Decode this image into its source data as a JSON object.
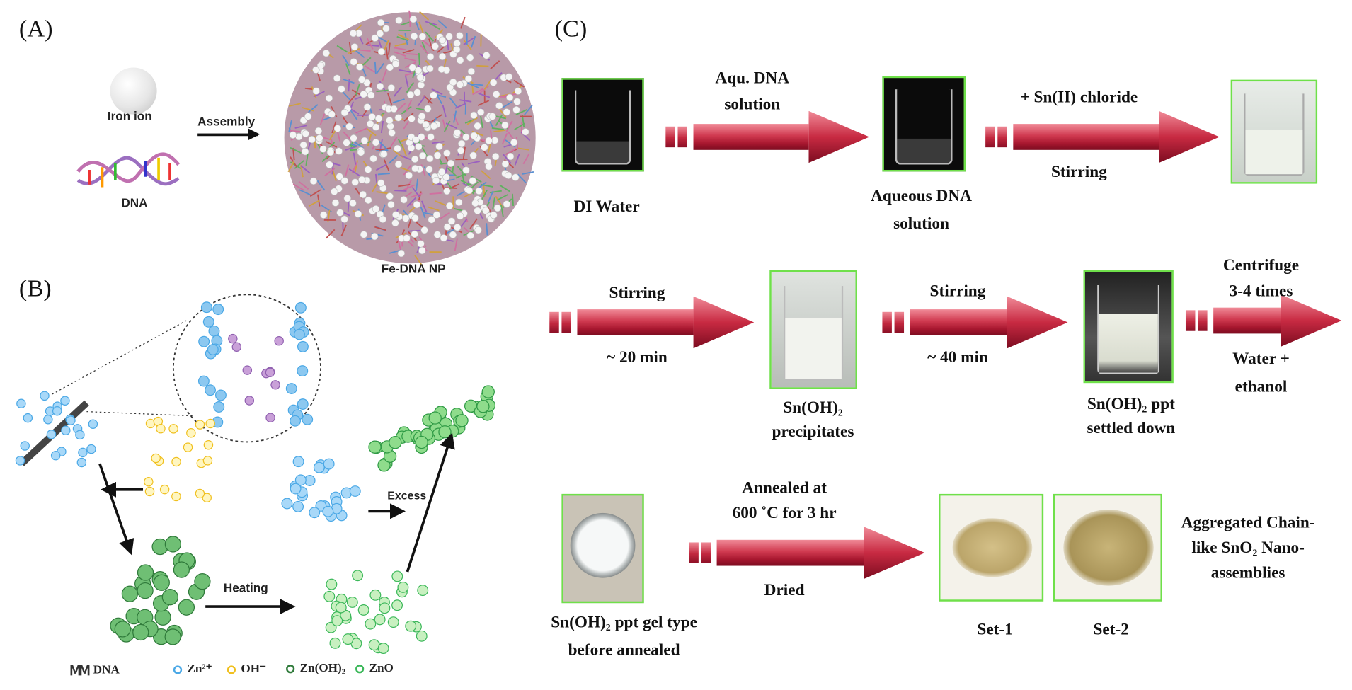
{
  "panel_a": {
    "label": "(A)",
    "iron_ion": "Iron ion",
    "dna": "DNA",
    "assembly": "Assembly",
    "product": "Fe-DNA NP"
  },
  "panel_b": {
    "label": "(B)",
    "excess": "Excess",
    "heating": "Heating",
    "legend": [
      {
        "label": "DNA",
        "icon": "dna-icon",
        "color": "#333333"
      },
      {
        "label": "Zn²⁺",
        "icon": "zn-ion-dot",
        "color": "#4aa8e6"
      },
      {
        "label": "OH⁻",
        "icon": "hydroxide-dot",
        "color": "#f0c020"
      },
      {
        "label": "Zn(OH)₂",
        "icon": "zinc-hydroxide-dot",
        "color": "#2f7a3a"
      },
      {
        "label": "ZnO",
        "icon": "zinc-oxide-dot",
        "color": "#3cb85a"
      }
    ]
  },
  "panel_c": {
    "label": "(C)",
    "row1": {
      "step1_label": "DI Water",
      "arrow1_top": [
        "Aqu. DNA",
        "solution"
      ],
      "step2_label": [
        "Aqueous DNA",
        "solution"
      ],
      "arrow2_top": "+  Sn(II) chloride",
      "arrow2_bottom": "Stirring"
    },
    "row2": {
      "arrow1_top": "Stirring",
      "arrow1_bottom": "~ 20 min",
      "step1_label": [
        "Sn(OH)₂",
        "precipitates"
      ],
      "arrow2_top": "Stirring",
      "arrow2_bottom": "~ 40 min",
      "step2_label": [
        "Sn(OH)₂ ppt",
        "settled down"
      ],
      "arrow3_top": [
        "Centrifuge",
        "3-4 times"
      ],
      "arrow3_bottom": [
        "Water +",
        "ethanol"
      ]
    },
    "row3": {
      "step1_label": [
        "Sn(OH)₂ ppt gel type",
        "before annealed"
      ],
      "arrow_top": [
        "Annealed at",
        "600 ˚C for 3 hr"
      ],
      "arrow_bottom": "Dried",
      "set1": "Set-1",
      "set2": "Set-2",
      "result": [
        "Aggregated Chain-",
        "like SnO₂ Nano-",
        "assemblies"
      ]
    },
    "arrow_color": "#c2283f",
    "frame_color": "#6fe04a"
  }
}
